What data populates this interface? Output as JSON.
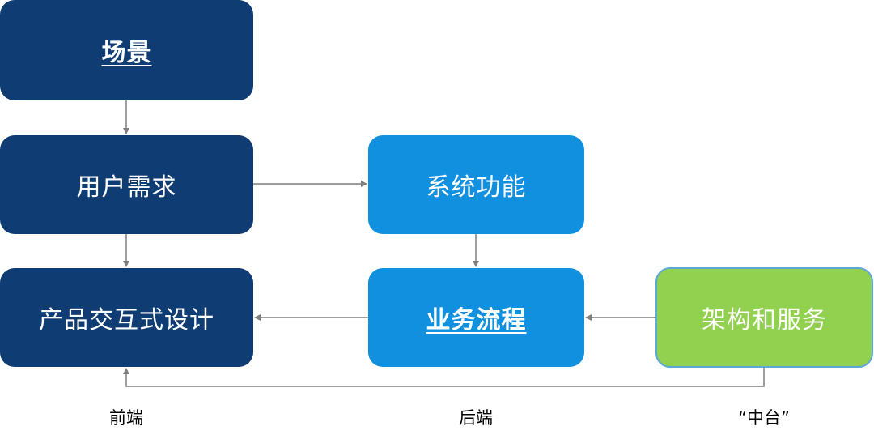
{
  "boxes": {
    "scene": "场景",
    "needs": "用户需求",
    "design": "产品交互式设计",
    "func": "系统功能",
    "flow": "业务流程",
    "arch": "架构和服务"
  },
  "labels": {
    "front": "前端",
    "back": "后端",
    "mid": "“中台”"
  },
  "colors": {
    "dark_box": "#0f3d73",
    "blue_box": "#1190e0",
    "green_box": "#92d050",
    "arrow": "#7f7f7f"
  }
}
